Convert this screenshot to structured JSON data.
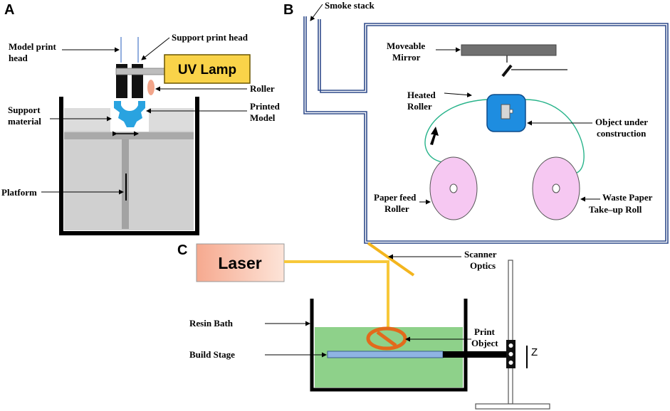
{
  "panels": {
    "a": "A",
    "b": "B",
    "c": "C"
  },
  "panel_a": {
    "model_print_head_1": "Model print",
    "model_print_head_2": "head",
    "support_print_head": "Support print head",
    "uv_lamp": "UV Lamp",
    "roller": "Roller",
    "support_material_1": "Support",
    "support_material_2": "material",
    "printed_model_1": "Printed",
    "printed_model_2": "Model",
    "platform": "Platform"
  },
  "panel_b": {
    "smoke_stack": "Smoke stack",
    "moveable_mirror_1": "Moveable",
    "moveable_mirror_2": "Mirror",
    "heated_roller_1": "Heated",
    "heated_roller_2": "Roller",
    "object_under_construction_1": "Object under",
    "object_under_construction_2": "construction",
    "paper_feed_roller_1": "Paper feed",
    "paper_feed_roller_2": "Roller",
    "waste_paper_1": "Waste Paper",
    "waste_paper_2": "Take–up Roll"
  },
  "panel_c": {
    "laser": "Laser",
    "scanner_optics_1": "Scanner",
    "scanner_optics_2": "Optics",
    "resin_bath": "Resin Bath",
    "build_stage": "Build Stage",
    "print_object_1": "Print",
    "print_object_2": "Object",
    "z_axis": "Z"
  },
  "colors": {
    "uv_lamp_fill": "#f9d349",
    "support_blue": "#29a3e0",
    "roller_orange": "#f2a58a",
    "platform_gray": "#c9c9c9",
    "frame_navy": "#2f4a8a",
    "paper_green": "#27b38a",
    "roll_pink": "#f6c8f2",
    "laser_beam": "#f7c83a",
    "resin_green": "#8ed18a",
    "build_stage_blue": "#8fb4e3",
    "print_object_orange": "#e26a1c"
  }
}
